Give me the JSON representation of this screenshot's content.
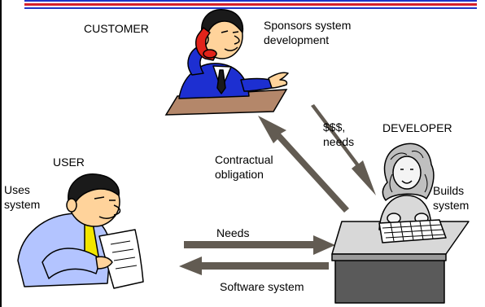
{
  "roles": {
    "customer": {
      "name": "CUSTOMER",
      "role": [
        "Sponsors system",
        "development"
      ]
    },
    "developer": {
      "name": "DEVELOPER",
      "role": [
        "Builds",
        "system"
      ]
    },
    "user": {
      "name": "USER",
      "role": [
        "Uses",
        "system"
      ]
    }
  },
  "flows": {
    "customer_to_developer": [
      "$$$,",
      "needs"
    ],
    "developer_to_customer": [
      "Contractual",
      "obligation"
    ],
    "user_to_developer": "Needs",
    "developer_to_user": "Software system"
  },
  "colors": {
    "rule_blue": "#1f35c7",
    "rule_red": "#d6202a",
    "arrow": "#625b52",
    "customer_shirt": "#1d2fd1",
    "phone": "#e2231a",
    "user_shirt": "#b3c4ff",
    "tie": "#f2e600",
    "desk_top": "#b4876a",
    "skin": "#ffd39b"
  },
  "icons": [
    "customer-phone-figure",
    "user-reading-figure",
    "developer-keyboard-figure",
    "desk-icon",
    "computer-desk-icon"
  ]
}
